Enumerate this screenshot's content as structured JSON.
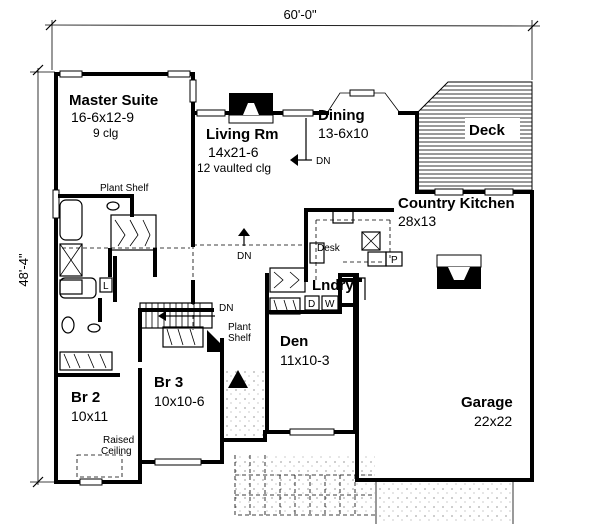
{
  "plan": {
    "dimensions": {
      "width": "60'-0\"",
      "depth": "48'-4\""
    },
    "rooms": {
      "master_suite": {
        "name": "Master Suite",
        "size": "16-6x12-9",
        "note": "9 clg"
      },
      "living": {
        "name": "Living Rm",
        "size": "14x21-6",
        "note": "12 vaulted clg"
      },
      "dining": {
        "name": "Dining",
        "size": "13-6x10"
      },
      "deck": {
        "name": "Deck"
      },
      "kitchen": {
        "name": "Country Kitchen",
        "size": "28x13"
      },
      "laundry": {
        "name": "Lndry"
      },
      "den": {
        "name": "Den",
        "size": "11x10-3"
      },
      "br2": {
        "name": "Br 2",
        "size": "10x11"
      },
      "br3": {
        "name": "Br 3",
        "size": "10x10-6"
      },
      "garage": {
        "name": "Garage",
        "size": "22x22"
      }
    },
    "annotations": {
      "plant_shelf_master": "Plant Shelf",
      "plant_shelf_hall_1": "Plant",
      "plant_shelf_hall_2": "Shelf",
      "raised_ceiling_1": "Raised",
      "raised_ceiling_2": "Ceiling",
      "desk": "Desk",
      "dn_living": "DN",
      "dn_hall": "DN",
      "dn_stairs": "DN",
      "pantry": "P",
      "linen": "L",
      "dryer": "D",
      "washer": "W"
    }
  }
}
